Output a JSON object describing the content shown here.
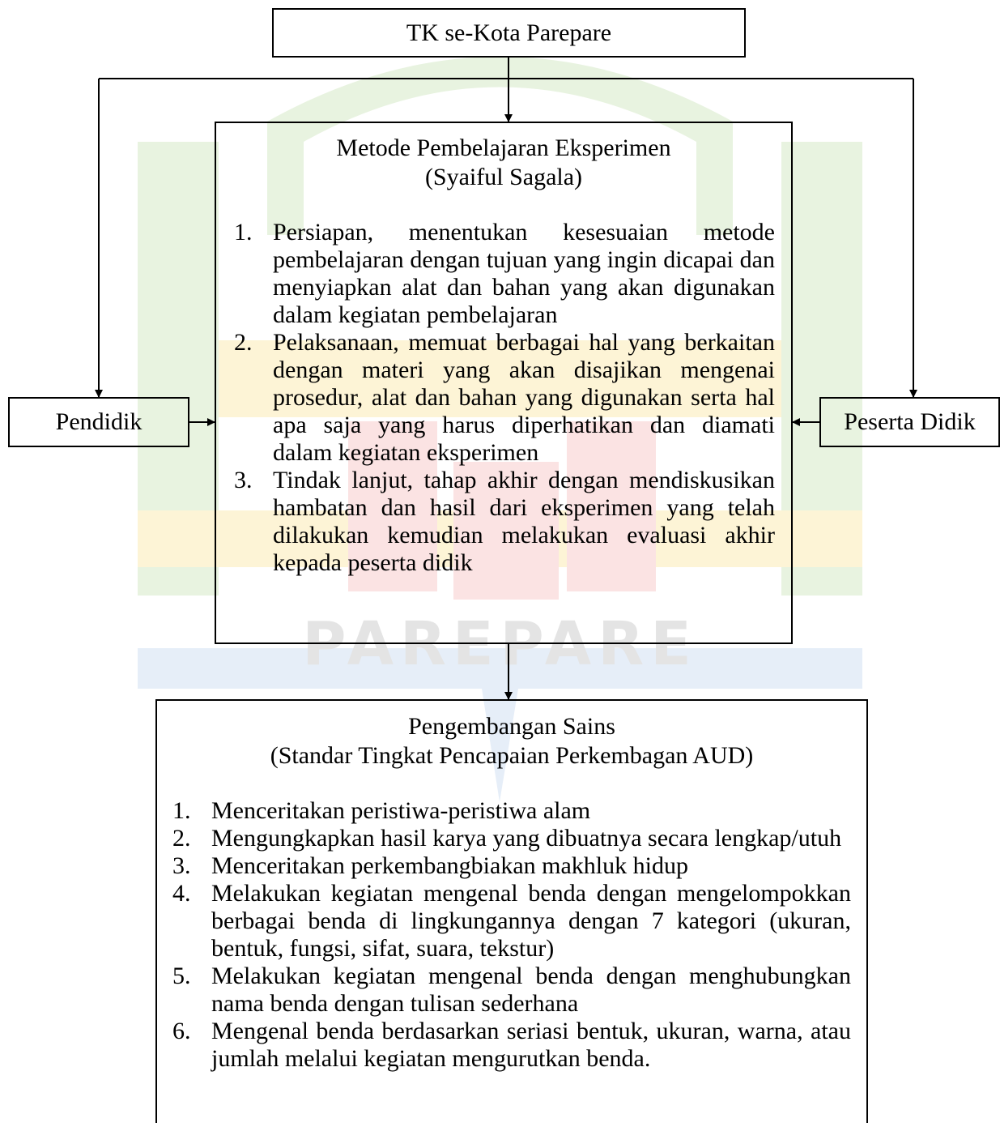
{
  "top_node": {
    "label": "TK se-Kota Parepare"
  },
  "method_box": {
    "title": "Metode Pembelajaran Eksperimen",
    "subtitle": "(Syaiful Sagala)",
    "items": [
      {
        "num": "1.",
        "text": "Persiapan, menentukan kesesuaian metode pembelajaran dengan tujuan yang ingin dicapai dan menyiapkan alat dan bahan yang akan digunakan dalam kegiatan pembelajaran"
      },
      {
        "num": "2.",
        "text": "Pelaksanaan, memuat berbagai hal yang berkaitan dengan materi yang akan disajikan mengenai prosedur, alat dan bahan yang digunakan serta hal apa saja yang harus diperhatikan dan diamati dalam kegiatan eksperimen"
      },
      {
        "num": "3.",
        "text": "Tindak lanjut, tahap akhir dengan mendiskusikan hambatan dan hasil dari eksperimen yang telah dilakukan kemudian melakukan evaluasi akhir kepada peserta didik"
      }
    ]
  },
  "left_node": {
    "label": "Pendidik"
  },
  "right_node": {
    "label": "Peserta Didik"
  },
  "science_box": {
    "title": "Pengembangan Sains",
    "subtitle": "(Standar Tingkat Pencapaian Perkembagan AUD)",
    "items": [
      {
        "num": "1.",
        "text": "Menceritakan peristiwa-peristiwa alam"
      },
      {
        "num": "2.",
        "text": "Mengungkapkan hasil karya yang dibuatnya secara lengkap/utuh"
      },
      {
        "num": "3.",
        "text": "Menceritakan perkembangbiakan makhluk hidup"
      },
      {
        "num": "4.",
        "text": "Melakukan kegiatan mengenal benda dengan mengelompokkan berbagai benda di lingkungannya dengan 7 kategori (ukuran, bentuk, fungsi, sifat, suara, tekstur)"
      },
      {
        "num": "5.",
        "text": "Melakukan kegiatan mengenal benda dengan menghubungkan nama benda dengan tulisan sederhana"
      },
      {
        "num": "6.",
        "text": "Mengenal benda berdasarkan seriasi bentuk, ukuran, warna, atau jumlah melalui kegiatan mengurutkan benda."
      }
    ]
  },
  "watermark": {
    "text": "PAREPARE",
    "colors": [
      "#e8f3e0",
      "#fdf4d6",
      "#fbe3e3",
      "#e4e4e4"
    ]
  }
}
